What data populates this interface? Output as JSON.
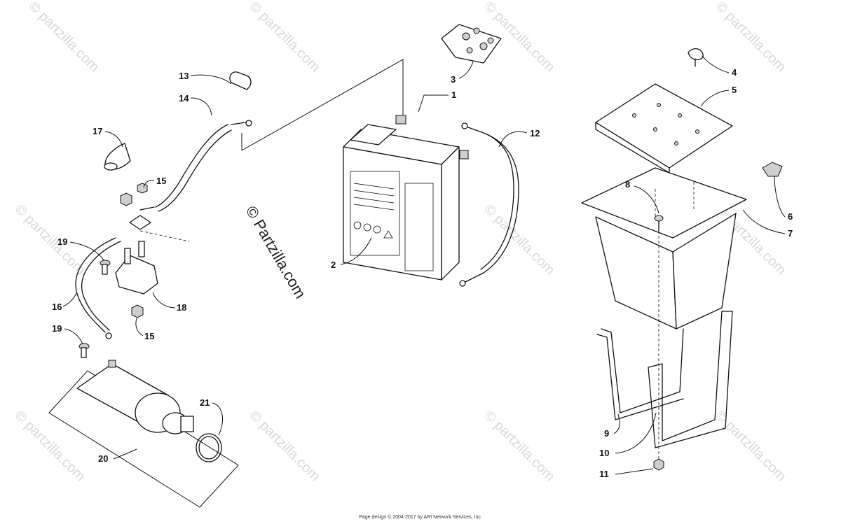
{
  "watermark": {
    "text": "© partzilla.com"
  },
  "copyright_mark": "© Partzilla.com",
  "callouts": [
    "1",
    "2",
    "3",
    "4",
    "5",
    "6",
    "7",
    "8",
    "9",
    "10",
    "11",
    "12",
    "13",
    "14",
    "15",
    "15",
    "16",
    "17",
    "18",
    "19",
    "19",
    "20",
    "21"
  ],
  "footer": {
    "text": "Page design © 2004-2017 by ARI Network Services, Inc."
  }
}
